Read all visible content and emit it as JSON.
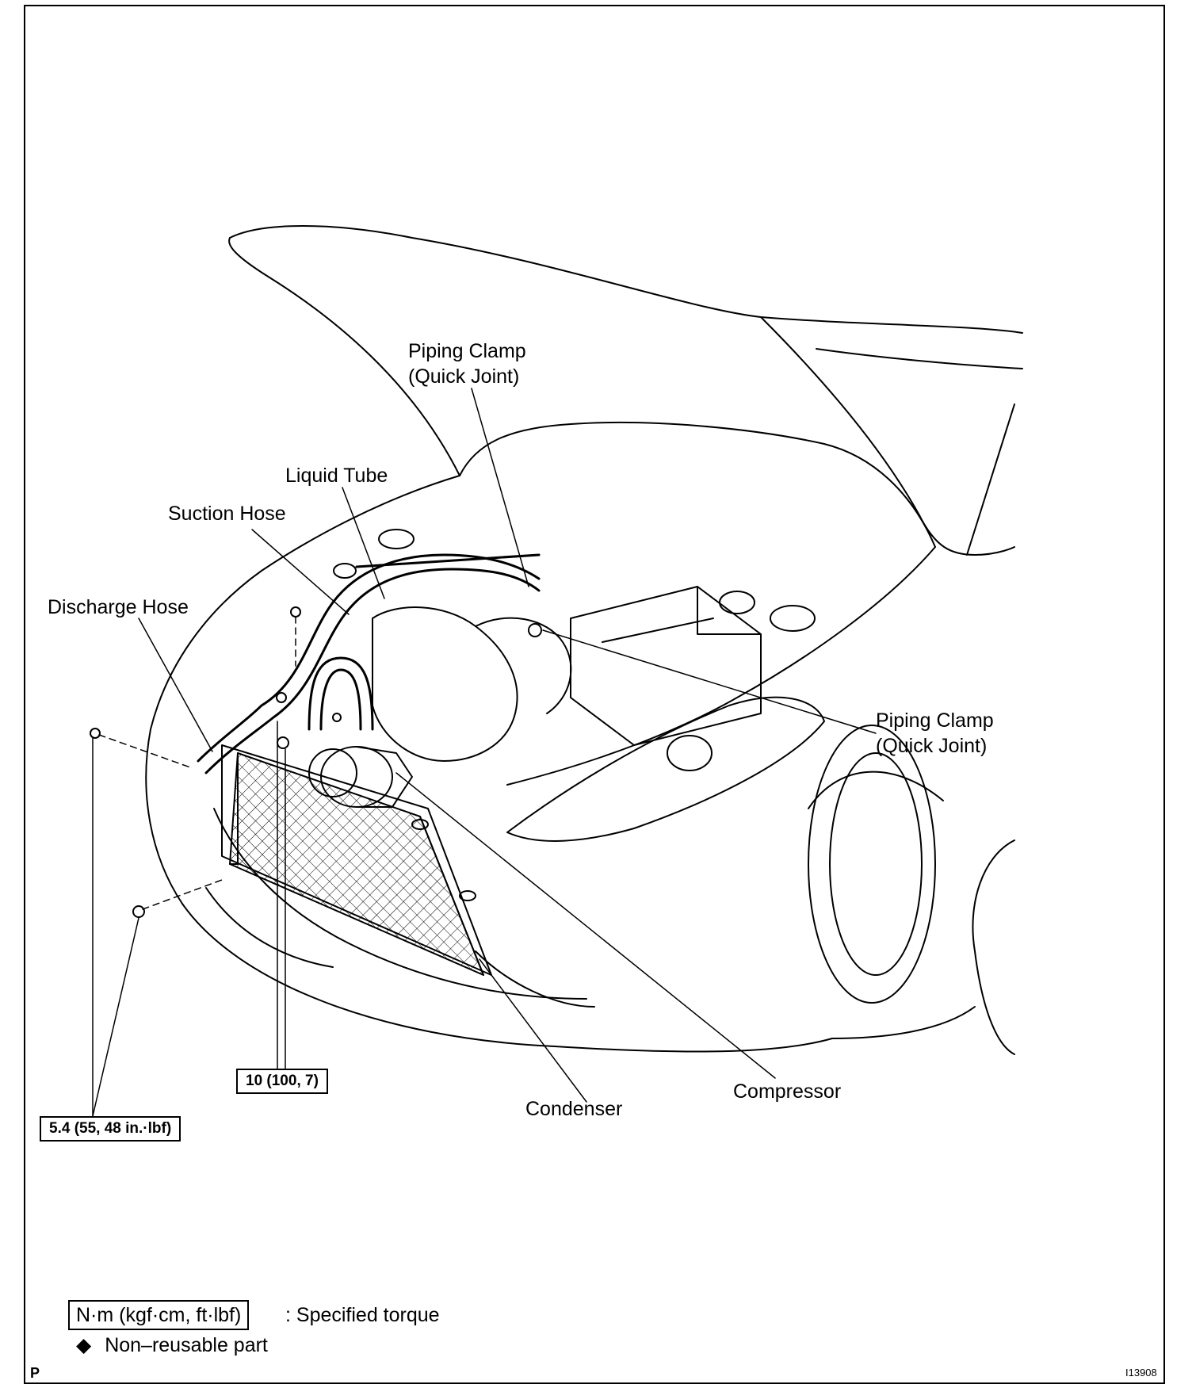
{
  "labels": {
    "piping_clamp_top": {
      "line1": "Piping Clamp",
      "line2": "(Quick Joint)"
    },
    "liquid_tube": "Liquid Tube",
    "suction_hose": "Suction Hose",
    "discharge_hose": "Discharge Hose",
    "piping_clamp_right": {
      "line1": "Piping Clamp",
      "line2": "(Quick Joint)"
    },
    "compressor": "Compressor",
    "condenser": "Condenser"
  },
  "torques": {
    "center": "10 (100, 7)",
    "left": "5.4 (55, 48 in.·lbf)"
  },
  "legend": {
    "torque_unit": "N·m (kgf·cm, ft·lbf)",
    "torque_desc": ": Specified torque",
    "nonreusable_symbol": "◆",
    "nonreusable_desc": "Non–reusable part"
  },
  "footer": {
    "corner_letter": "P",
    "figure_id": "I13908"
  }
}
